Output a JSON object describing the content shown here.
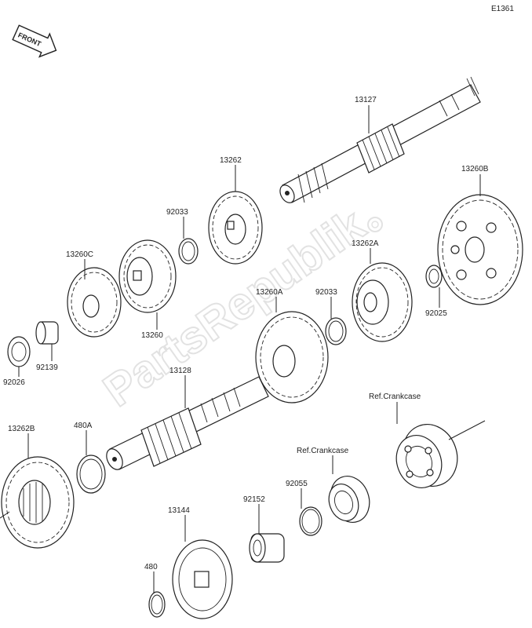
{
  "diagram_code": "E1361",
  "front_badge": "FRONT",
  "watermark": "PartsRepublik",
  "parts": {
    "p13127": "13127",
    "p13262": "13262",
    "p13260B": "13260B",
    "p92033a": "92033",
    "p13262A": "13262A",
    "p13260C": "13260C",
    "p13260": "13260",
    "p92025": "92025",
    "p13260A": "13260A",
    "p92033b": "92033",
    "p92139": "92139",
    "p92026": "92026",
    "p13128": "13128",
    "refCrank1": "Ref.Crankcase",
    "p13262B": "13262B",
    "p480A": "480A",
    "refCrank2": "Ref.Crankcase",
    "p92055": "92055",
    "p92152": "92152",
    "p13144": "13144",
    "p480": "480"
  }
}
